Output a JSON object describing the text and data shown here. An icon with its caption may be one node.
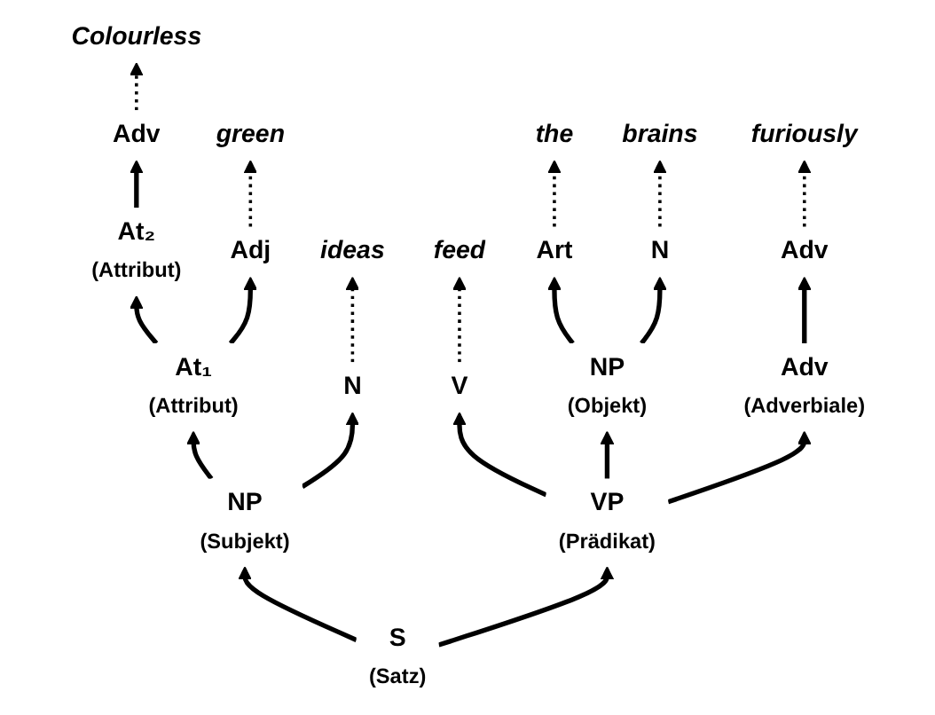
{
  "diagram": {
    "nodes": [
      {
        "text": [
          "Colourless"
        ]
      },
      {
        "text": [
          "green"
        ]
      },
      {
        "text": [
          "ideas"
        ]
      },
      {
        "text": [
          "feed"
        ]
      },
      {
        "text": [
          "the"
        ]
      },
      {
        "text": [
          "brains"
        ]
      },
      {
        "text": [
          "furiously"
        ]
      },
      {
        "text": [
          "Adv"
        ]
      },
      {
        "text": [
          "Adj"
        ]
      },
      {
        "text": [
          "N"
        ]
      },
      {
        "text": [
          "V"
        ]
      },
      {
        "text": [
          "Art"
        ]
      },
      {
        "text": [
          "N"
        ]
      },
      {
        "text": [
          "Adv"
        ]
      },
      {
        "text": [
          "At₂",
          "(Attribut)"
        ]
      },
      {
        "text": [
          "NP",
          "(Objekt)"
        ]
      },
      {
        "text": [
          "Adv",
          "(Adverbiale)"
        ]
      },
      {
        "text": [
          "At₁",
          "(Attribut)"
        ]
      },
      {
        "text": [
          "NP",
          "(Subjekt)"
        ]
      },
      {
        "text": [
          "VP",
          "(Prädikat)"
        ]
      },
      {
        "text": [
          "S",
          "(Satz)"
        ]
      }
    ],
    "edges": [
      {
        "from": 20,
        "to": 18,
        "arrow": "to"
      },
      {
        "from": 20,
        "to": 19,
        "arrow": "to"
      },
      {
        "from": 18,
        "to": 17,
        "arrow": "to"
      },
      {
        "from": 18,
        "to": 9,
        "arrow": "to"
      },
      {
        "from": 17,
        "to": 14,
        "arrow": "to"
      },
      {
        "from": 17,
        "to": 8,
        "arrow": "to"
      },
      {
        "from": 14,
        "to": 7,
        "arrow": "to"
      },
      {
        "from": 19,
        "to": 10,
        "arrow": "to"
      },
      {
        "from": 19,
        "to": 15,
        "arrow": "to"
      },
      {
        "from": 19,
        "to": 16,
        "arrow": "to"
      },
      {
        "from": 15,
        "to": 11,
        "arrow": "to"
      },
      {
        "from": 15,
        "to": 12,
        "arrow": "to"
      },
      {
        "from": 16,
        "to": 13,
        "arrow": "to"
      },
      {
        "from": 7,
        "to": 0,
        "arrow": "to",
        "style": "dashed"
      },
      {
        "from": 8,
        "to": 1,
        "arrow": "to",
        "style": "dashed"
      },
      {
        "from": 9,
        "to": 2,
        "arrow": "to",
        "style": "dashed"
      },
      {
        "from": 10,
        "to": 3,
        "arrow": "to",
        "style": "dashed"
      },
      {
        "from": 11,
        "to": 4,
        "arrow": "to",
        "style": "dashed"
      },
      {
        "from": 12,
        "to": 5,
        "arrow": "to",
        "style": "dashed"
      },
      {
        "from": 13,
        "to": 6,
        "arrow": "to",
        "style": "dashed"
      }
    ]
  }
}
